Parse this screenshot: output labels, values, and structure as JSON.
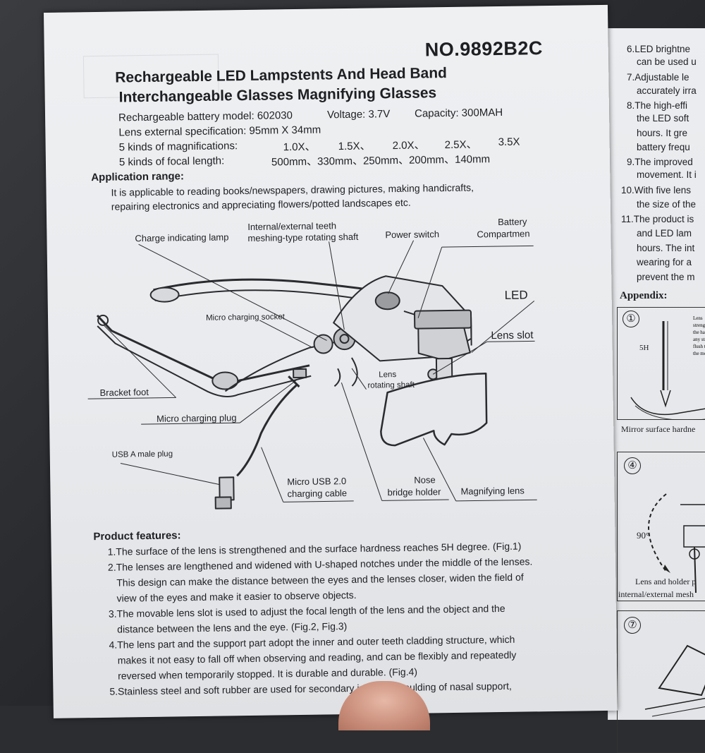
{
  "document": {
    "model_number": "NO.9892B2C",
    "title_line1": "Rechargeable LED Lampstents And Head Band",
    "title_line2": "Interchangeable Glasses Magnifying Glasses",
    "specs": {
      "battery_model": "Rechargeable battery model: 602030",
      "voltage": "Voltage: 3.7V",
      "capacity": "Capacity: 300MAH",
      "lens_spec": "Lens external specification:   95mm X 34mm",
      "magnifications_label": "5 kinds of magnifications:",
      "magnifications": [
        "1.0X、",
        "1.5X、",
        "2.0X、",
        "2.5X、",
        "3.5X"
      ],
      "focal_label": "5 kinds of focal length:",
      "focal_values": "500mm、330mm、250mm、200mm、140mm"
    },
    "application_range": {
      "heading": "Application range:",
      "line1": "It is applicable to reading books/newspapers, drawing pictures, making handicrafts,",
      "line2": "repairing electronics and appreciating flowers/potted landscapes etc."
    },
    "diagram_labels": {
      "charge_lamp": "Charge indicating lamp",
      "teeth_shaft_1": "Internal/external teeth",
      "teeth_shaft_2": "meshing-type rotating shaft",
      "power_switch": "Power switch",
      "battery_1": "Battery",
      "battery_2": "Compartmen",
      "led": "LED",
      "micro_socket": "Micro charging socket",
      "lens_slot": "Lens slot",
      "lens_shaft_1": "Lens",
      "lens_shaft_2": "rotating shaft",
      "bracket_foot": "Bracket foot",
      "micro_plug": "Micro charging plug",
      "usb_plug": "USB A male plug",
      "cable_1": "Micro USB 2.0",
      "cable_2": "charging cable",
      "nose_1": "Nose",
      "nose_2": "bridge holder",
      "magnifying_lens": "Magnifying lens"
    },
    "product_features": {
      "heading": "Product features:",
      "lines": [
        "1.The surface of the lens is strengthened and the surface hardness reaches 5H degree. (Fig.1)",
        "2.The lenses are lengthened and widened with U-shaped notches under the middle of the lenses.",
        "This design can make the distance between the eyes and the lenses closer, widen the field of",
        "view of the eyes and make it easier to observe objects.",
        "3.The movable lens slot is used to adjust the focal length of the lens and the object and the",
        "distance between the lens and the eye. (Fig.2, Fig.3)",
        "4.The lens part and the support part adopt the inner and outer teeth cladding structure, which",
        "makes it not easy to fall off when observing and reading, and can be flexibly and repeatedly",
        "reversed when temporarily stopped. It is durable and durable. (Fig.4)",
        "5.Stainless steel and soft rubber are used for secondary injection moulding of nasal support,"
      ]
    }
  },
  "right_page": {
    "lines": [
      "6.LED brightne",
      "can be used u",
      "7.Adjustable le",
      "accurately irra",
      "8.The high-effi",
      "the LED soft",
      "hours. It gre",
      "battery frequ",
      "9.The improved",
      "movement. It i",
      "10.With five lens",
      "the size of the",
      "11.The product is",
      "and LED lam",
      "hours. The int",
      "wearing for a",
      "prevent the m"
    ],
    "appendix": "Appendix:",
    "fig1_num": "①",
    "fig1_hardness": "5H",
    "fig1_caption": "Mirror surface hardne",
    "fig4_num": "④",
    "fig4_angle": "90°",
    "fig4_caption1": "Lens and holder p",
    "fig4_caption2": "internal/external mesh",
    "fig7_num": "⑦"
  },
  "colors": {
    "paper": "#e9ebee",
    "ink": "#1e1f22",
    "table": "#2b2d31"
  }
}
